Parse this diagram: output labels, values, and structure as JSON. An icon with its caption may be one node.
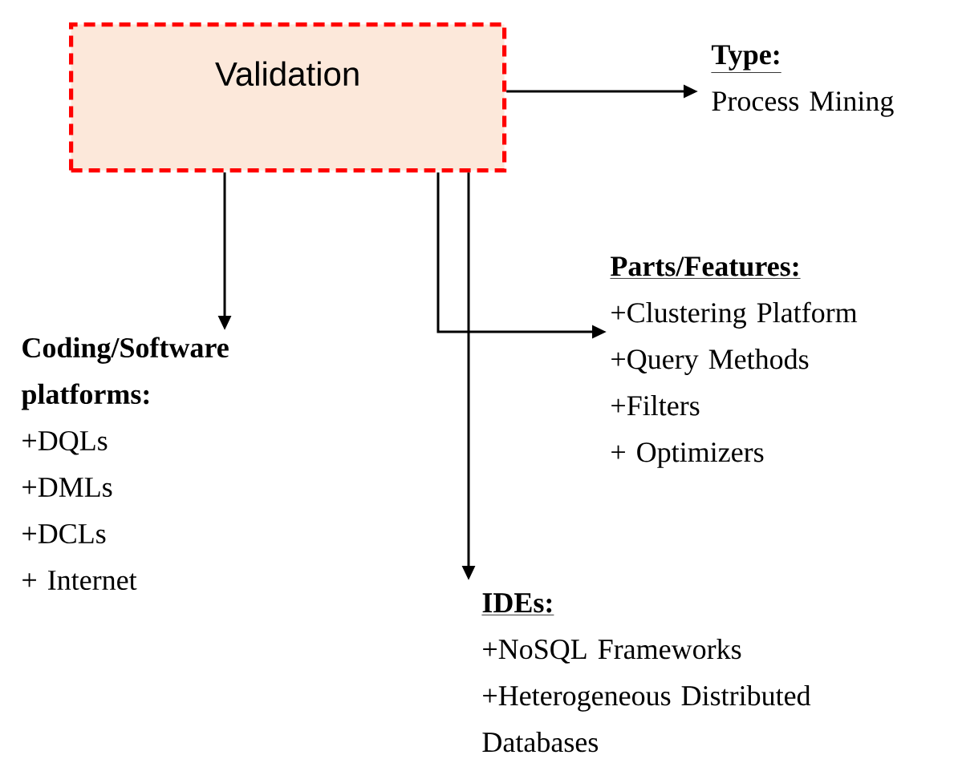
{
  "diagram": {
    "nodes": [
      {
        "text": [
          "Validation"
        ]
      },
      {
        "text": [
          "Type:",
          "Process Mining"
        ]
      },
      {
        "text": [
          "Parts/Features:",
          "+Clustering Platform",
          "+Query Methods",
          "+Filters",
          "+ Optimizers"
        ]
      },
      {
        "text": [
          "Coding/Software platforms:",
          "+DQLs",
          "+DMLs",
          "+DCLs",
          "+ Internet"
        ]
      },
      {
        "text": [
          "IDEs:",
          "+NoSQL Frameworks",
          "+Heterogeneous Distributed Databases"
        ]
      }
    ],
    "edges": [
      {
        "from": 0,
        "to": 1,
        "arrow": "to"
      },
      {
        "from": 0,
        "to": 3,
        "arrow": "to"
      },
      {
        "from": 0,
        "to": 2,
        "arrow": "to"
      },
      {
        "from": 0,
        "to": 4,
        "arrow": "to"
      }
    ]
  }
}
